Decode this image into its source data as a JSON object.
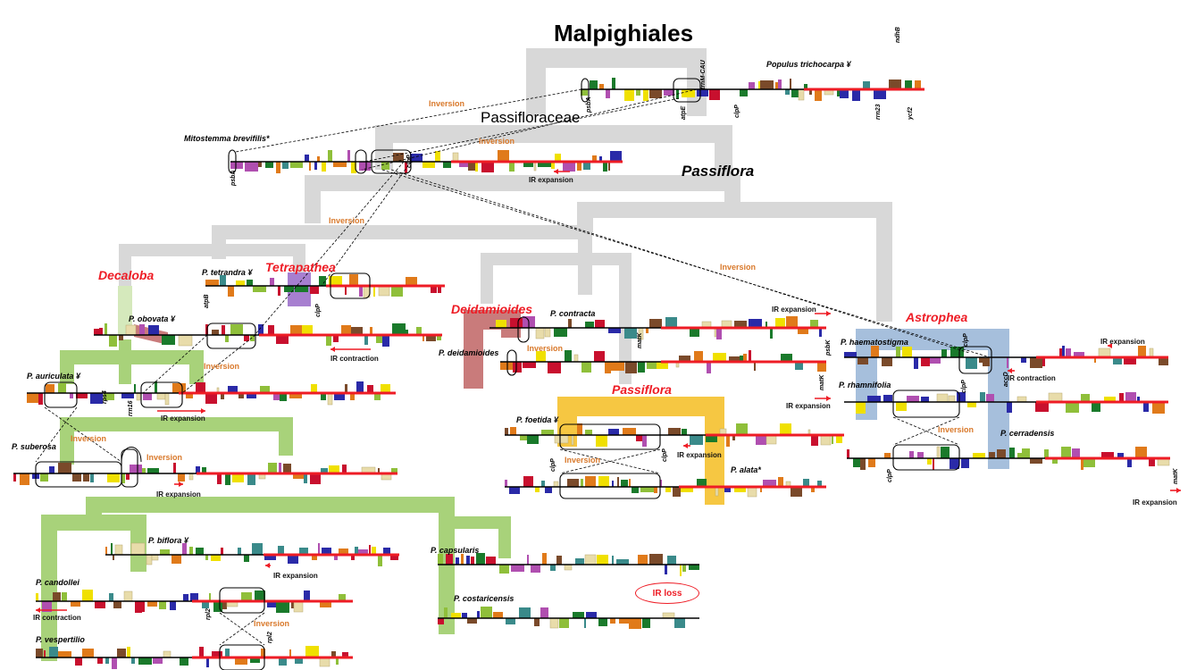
{
  "title": "Malpighiales",
  "family_label": "Passifloraceae",
  "genus_label": "Passiflora",
  "colors": {
    "tree_gray": "#d8d8d8",
    "decaloba_green": "#a8d27a",
    "decaloba_light": "#d5e9bc",
    "tetrapathea_purple": "#a77fd0",
    "deidamioides_red": "#c97b7b",
    "passiflora_yellow": "#f6c742",
    "astrophea_blue": "#a6bfdc",
    "label_red": "#ee1c25",
    "inversion_orange": "#d9792b",
    "ir_bar": "#ee1c25"
  },
  "clades": {
    "decaloba": "Decaloba",
    "tetrapathea": "Tetrapathea",
    "deidamioides": "Deidamioides",
    "passiflora": "Passiflora",
    "astrophea": "Astrophea"
  },
  "species": {
    "populus": "Populus trichocarpa ¥",
    "mitostemma": "Mitostemma brevifilis*",
    "tetrandra": "P. tetrandra ¥",
    "obovata": "P. obovata ¥",
    "contracta": "P. contracta",
    "deidamioides": "P. deidamioides",
    "auriculata": "P. auriculata ¥",
    "suberosa": "P. suberosa",
    "foetida": "P. foetida ¥",
    "alata": "P. alata*",
    "haematostigma": "P. haematostigma",
    "rhamnifolia": "P. rhamnifolia",
    "cerradensis": "P. cerradensis",
    "biflora": "P. biflora ¥",
    "capsularis": "P. capsularis",
    "candollei": "P. candollei",
    "costaricensis": "P. costaricensis",
    "vespertilio": "P. vespertilio"
  },
  "events": {
    "inversion": "Inversion",
    "ir_expansion": "IR expansion",
    "ir_contraction": "IR contraction",
    "ir_loss": "IR loss"
  },
  "genes": {
    "trnM": "trnM-CAU",
    "ndhB": "ndhB",
    "psbA": "psbA",
    "atpE": "atpE",
    "clpP": "clpP",
    "rrn23": "rrn23",
    "ycf2": "ycf2",
    "atpB": "atpB",
    "matK": "matK",
    "psbK": "psbK",
    "accD": "accD",
    "rps4": "rps4",
    "rpl2": "rpl2",
    "rrn16": "rrn16"
  }
}
